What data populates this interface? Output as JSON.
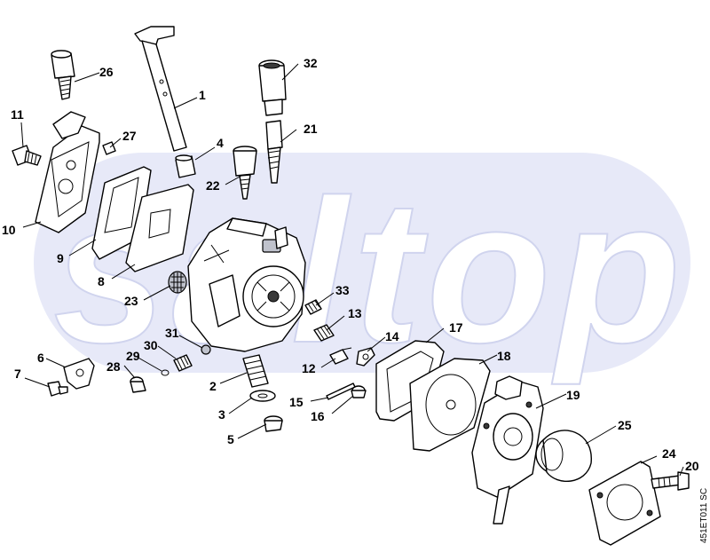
{
  "watermark": {
    "text": "saltop",
    "band_color": "#e7e9f8"
  },
  "drawing_code": "451ET011 SC",
  "callouts": [
    "1",
    "2",
    "3",
    "4",
    "5",
    "6",
    "7",
    "8",
    "9",
    "10",
    "11",
    "12",
    "13",
    "14",
    "15",
    "16",
    "17",
    "18",
    "19",
    "20",
    "21",
    "22",
    "23",
    "24",
    "25",
    "26",
    "27",
    "28",
    "29",
    "30",
    "31",
    "32",
    "33"
  ]
}
